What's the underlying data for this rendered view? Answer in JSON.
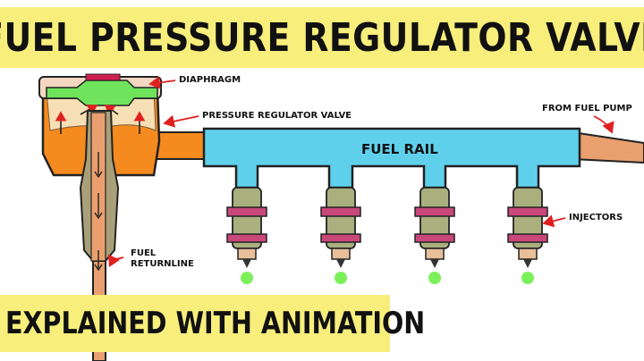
{
  "title": "FUEL PRESSURE REGULATOR VALVE",
  "subtitle": "EXPLAINED WITH ANIMATION",
  "labels": {
    "diaphragm": "DIAPHRAGM",
    "regulator": "PRESSURE REGULATOR VALVE",
    "fuel_rail": "FUEL RAIL",
    "from_pump": "FROM FUEL PUMP",
    "injectors": "INJECTORS",
    "return_line_1": "FUEL",
    "return_line_2": "RETURNLINE"
  },
  "colors": {
    "banner": "#f8ee7c",
    "rail": "#5fd0ec",
    "regulator": "#f58a1f",
    "diaphragm": "#6fe35c",
    "pipe": "#eaa06e",
    "injector_body": "#a9b07e",
    "injector_ring": "#c8487a",
    "spray": "#7cf05a"
  }
}
